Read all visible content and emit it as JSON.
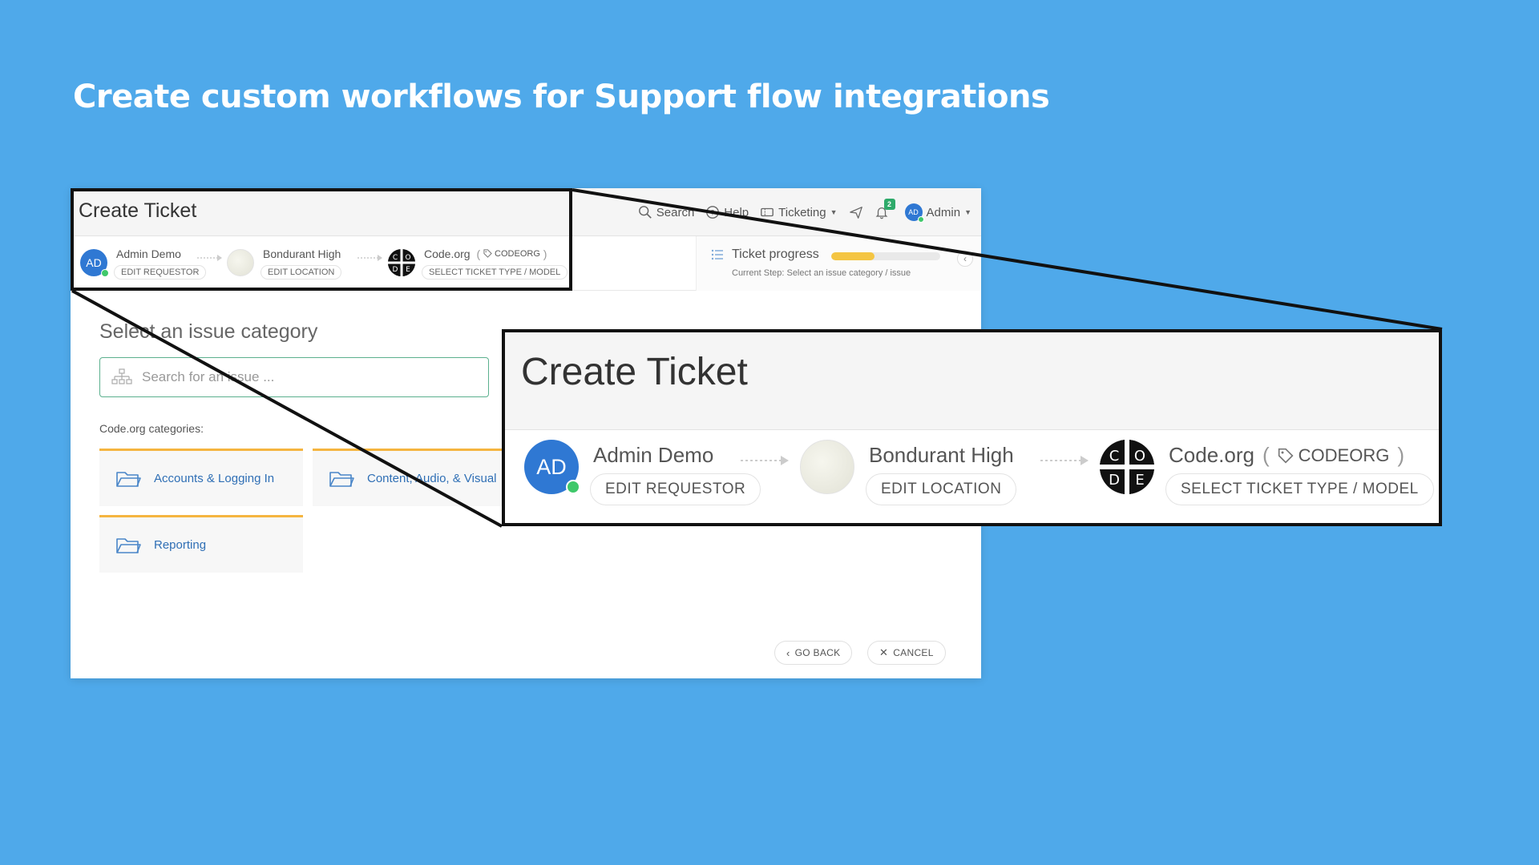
{
  "headline": "Create custom workflows for Support flow integrations",
  "app": {
    "title": "Create Ticket",
    "nav": {
      "search": "Search",
      "help": "Help",
      "ticketing": "Ticketing",
      "notifications_count": "2",
      "user_initials": "AD",
      "user": "Admin"
    },
    "steps": [
      {
        "name": "Admin Demo",
        "action": "EDIT REQUESTOR",
        "initials": "AD"
      },
      {
        "name": "Bondurant High",
        "action": "EDIT LOCATION"
      },
      {
        "name": "Code.org",
        "tag": "CODEORG",
        "action": "SELECT TICKET TYPE / MODEL",
        "logo_letters": [
          "C",
          "O",
          "D",
          "E"
        ]
      }
    ],
    "progress": {
      "label": "Ticket progress",
      "fraction": 0.4,
      "current_step": "Current Step: Select an issue category / issue"
    },
    "section_title": "Select an issue category",
    "search_placeholder": "Search for an issue ...",
    "categories_label": "Code.org categories:",
    "categories": [
      "Accounts & Logging In",
      "Content, Audio, & Visual",
      "Reporting"
    ],
    "go_back": "GO BACK",
    "cancel": "CANCEL"
  },
  "colors": {
    "background": "#4fa9ea",
    "accent_blue": "#2f78d3",
    "status_green": "#3fc86a",
    "category_border": "#f5b540",
    "progress_fill": "#f4c542",
    "link_blue": "#2f6fb5"
  }
}
